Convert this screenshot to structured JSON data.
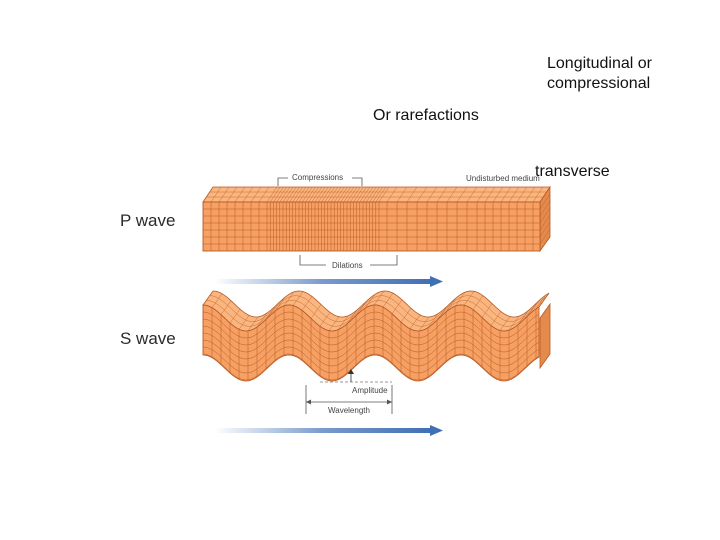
{
  "notes": {
    "longitudinal": "Longitudinal or\ncompressional",
    "rarefactions": "Or rarefactions",
    "transverse": "transverse"
  },
  "diagram": {
    "p_wave_label": "P wave",
    "s_wave_label": "S wave",
    "compressions": "Compressions",
    "undisturbed": "Undisturbed medium",
    "dilations": "Dilations",
    "amplitude": "Amplitude",
    "wavelength": "Wavelength"
  },
  "colors": {
    "block_front": "#f7a064",
    "block_top": "#fbb57f",
    "block_side": "#e58a4d",
    "grid": "#b65a24",
    "arrow": "#3f6fb5"
  }
}
